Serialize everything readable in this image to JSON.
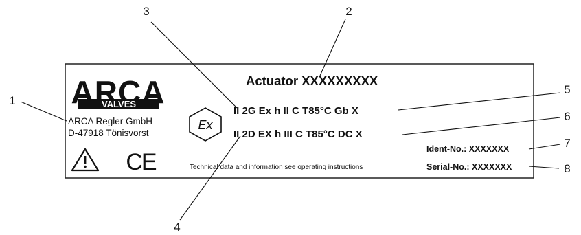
{
  "plate": {
    "logo_text": "ARCA",
    "logo_sub": "VALVES",
    "company": "ARCA Regler GmbH",
    "address": "D-47918 Tönisvorst",
    "ex_symbol": "Ex",
    "ce_mark": "CE",
    "warning_icon": "warning-triangle-icon",
    "actuator": "Actuator XXXXXXXXX",
    "gas_marking": "II 2G Ex h II C T85°C Gb X",
    "dust_marking": "II 2D EX h III C T85°C DC X",
    "technical_note": "Technical data and information see operating instructions",
    "ident": "Ident-No.: XXXXXXX",
    "serial": "Serial-No.: XXXXXXX"
  },
  "callouts": [
    "1",
    "2",
    "3",
    "4",
    "5",
    "6",
    "7",
    "8"
  ]
}
